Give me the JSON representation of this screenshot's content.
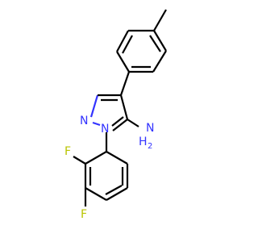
{
  "atoms": {
    "n1": "N",
    "n2": "N",
    "amine_n": "N",
    "amine_h": "H",
    "amine_sub": "2",
    "f_ortho": "F",
    "f_para": "F"
  },
  "colors": {
    "bond": "#000000",
    "nitrogen": "#3333ff",
    "fluorine": "#b8c400",
    "background": "#ffffff"
  }
}
